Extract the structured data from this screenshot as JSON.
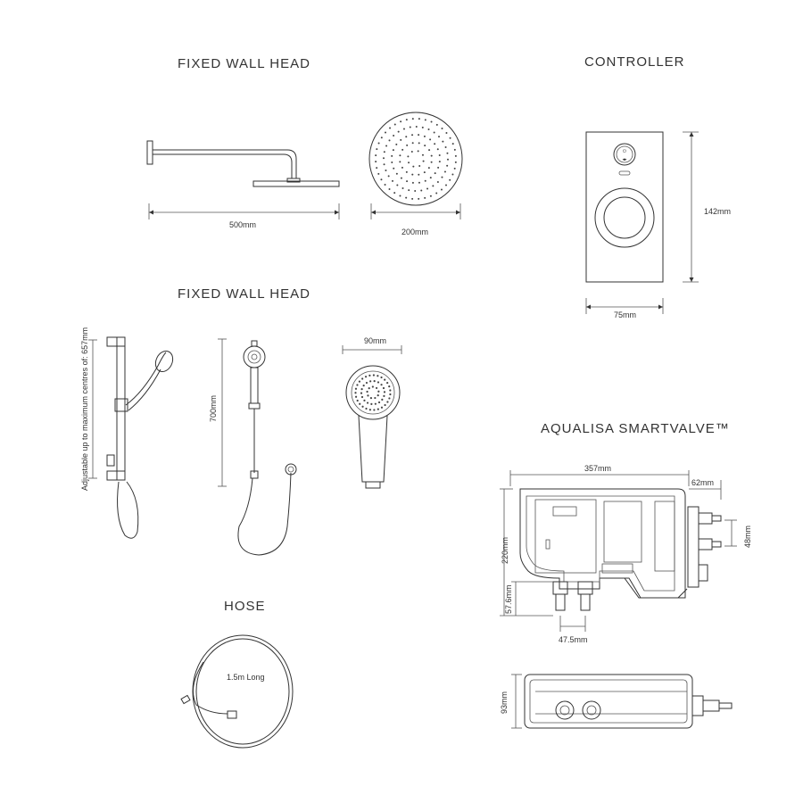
{
  "titles": {
    "fixed_wall_head_1": "FIXED WALL HEAD",
    "controller": "CONTROLLER",
    "fixed_wall_head_2": "FIXED WALL HEAD",
    "hose": "HOSE",
    "smartvalve": "AQUALISA SMARTVALVE™"
  },
  "dimensions": {
    "arm_width": "500mm",
    "head_diameter": "200mm",
    "controller_height": "142mm",
    "controller_width": "75mm",
    "rail_adjust": "Adjustable up to maximum centres of: 657mm",
    "kit_height": "700mm",
    "handset_width": "90mm",
    "hose_length": "1.5m Long",
    "valve_width": "357mm",
    "valve_outlet": "62mm",
    "valve_height": "220mm",
    "valve_port_spacing": "48mm",
    "valve_base": "57.6mm",
    "valve_inlet_spacing": "47.5mm",
    "valve_depth": "93mm"
  }
}
